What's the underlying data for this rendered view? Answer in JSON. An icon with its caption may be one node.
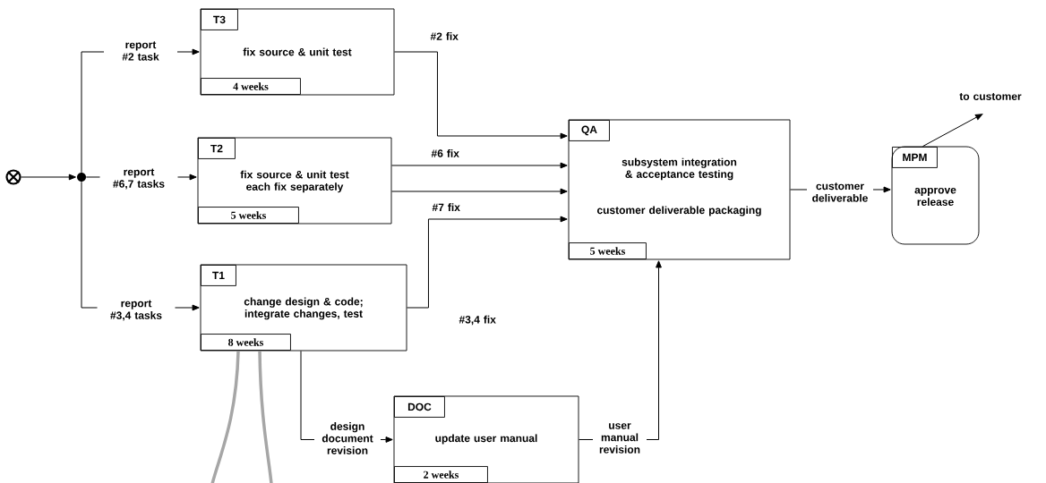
{
  "diagram": {
    "nodes": [
      {
        "text": [],
        "shape": "circle"
      },
      {
        "text": [],
        "shape": "circle"
      },
      {
        "text": [
          "T3",
          "fix source & unit test",
          "4 weeks"
        ]
      },
      {
        "text": [
          "T2",
          "fix source & unit test each fix separately",
          "5 weeks"
        ]
      },
      {
        "text": [
          "T1",
          "change design & code; integrate changes, test",
          "8 weeks"
        ]
      },
      {
        "text": [
          "QA",
          "subsystem integration & acceptance testing",
          "customer deliverable packaging",
          "5 weeks"
        ]
      },
      {
        "text": [
          "MPM",
          "approve release"
        ]
      },
      {
        "text": [
          "DOC",
          "update user manual",
          "2 weeks"
        ]
      }
    ],
    "edges": [
      {
        "from": 0,
        "to": 1,
        "arrow": "to"
      },
      {
        "from": 1,
        "to": 2,
        "arrow": "to",
        "label": "report #2 task"
      },
      {
        "from": 1,
        "to": 3,
        "arrow": "to",
        "label": "report #6,7 tasks"
      },
      {
        "from": 1,
        "to": 4,
        "arrow": "to",
        "label": "report #3,4 tasks"
      },
      {
        "from": 2,
        "to": 5,
        "arrow": "to",
        "label": "#2 fix"
      },
      {
        "from": 3,
        "to": 5,
        "arrow": "to",
        "label": "#6 fix"
      },
      {
        "from": 3,
        "to": 5,
        "arrow": "to",
        "label": "#7 fix"
      },
      {
        "from": 4,
        "to": 5,
        "arrow": "to",
        "label": "#3,4 fix"
      },
      {
        "from": 4,
        "to": 7,
        "arrow": "to",
        "label": "design document revision"
      },
      {
        "from": 7,
        "to": 5,
        "arrow": "to",
        "label": "user manual revision"
      },
      {
        "from": 5,
        "to": 6,
        "arrow": "to",
        "label": "customer deliverable"
      },
      {
        "from": 6,
        "to": null,
        "arrow": "to",
        "label": "to customer"
      }
    ]
  }
}
